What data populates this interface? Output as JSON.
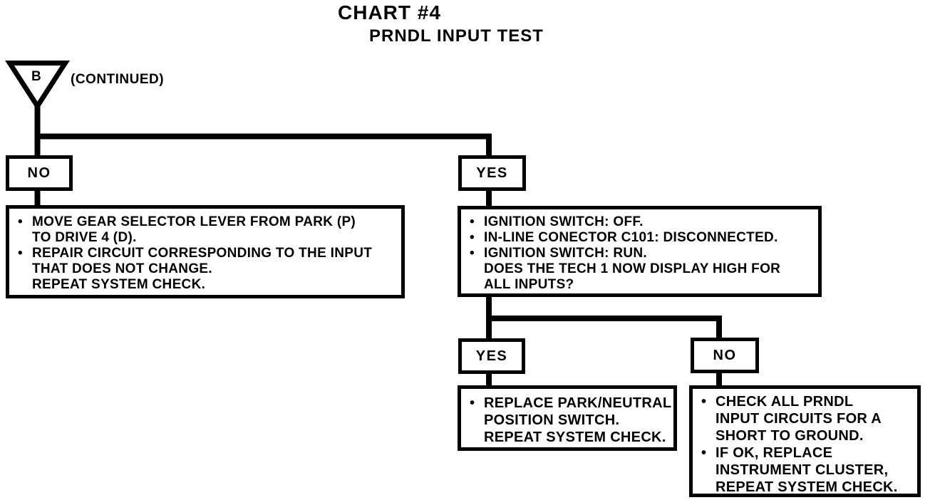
{
  "colors": {
    "ink": "#000000",
    "paper": "#ffffff"
  },
  "title": {
    "line1": "CHART #4",
    "line2": "PRNDL INPUT TEST"
  },
  "continuation": {
    "label": "B",
    "note": "(CONTINUED)"
  },
  "bullet": "•",
  "boxes": {
    "no1": {
      "label": "NO"
    },
    "yes1": {
      "label": "YES"
    },
    "yes2": {
      "label": "YES"
    },
    "no2": {
      "label": "NO"
    },
    "left_action": {
      "lines": [
        {
          "bullet": true,
          "text": "MOVE GEAR SELECTOR LEVER FROM PARK (P)"
        },
        {
          "bullet": false,
          "text": "TO DRIVE 4 (D)."
        },
        {
          "bullet": true,
          "text": "REPAIR CIRCUIT CORRESPONDING TO THE INPUT"
        },
        {
          "bullet": false,
          "text": "THAT DOES NOT CHANGE."
        },
        {
          "bullet": false,
          "text": "REPEAT SYSTEM CHECK."
        }
      ]
    },
    "question": {
      "lines": [
        {
          "bullet": true,
          "text": "IGNITION SWITCH: OFF."
        },
        {
          "bullet": true,
          "text": "IN-LINE CONECTOR C101: DISCONNECTED."
        },
        {
          "bullet": true,
          "text": "IGNITION SWITCH: RUN."
        },
        {
          "bullet": false,
          "text": "DOES THE TECH 1 NOW DISPLAY HIGH FOR"
        },
        {
          "bullet": false,
          "text": "ALL INPUTS?"
        }
      ]
    },
    "replace_switch": {
      "lines": [
        {
          "bullet": true,
          "text": "REPLACE PARK/NEUTRAL"
        },
        {
          "bullet": false,
          "text": "POSITION SWITCH."
        },
        {
          "bullet": false,
          "text": "REPEAT SYSTEM CHECK."
        }
      ]
    },
    "check_circuits": {
      "lines": [
        {
          "bullet": true,
          "text": "CHECK ALL PRNDL"
        },
        {
          "bullet": false,
          "text": "INPUT CIRCUITS FOR A"
        },
        {
          "bullet": false,
          "text": "SHORT TO GROUND."
        },
        {
          "bullet": true,
          "text": "IF OK, REPLACE"
        },
        {
          "bullet": false,
          "text": "INSTRUMENT CLUSTER,"
        },
        {
          "bullet": false,
          "text": "REPEAT SYSTEM CHECK."
        }
      ]
    }
  }
}
